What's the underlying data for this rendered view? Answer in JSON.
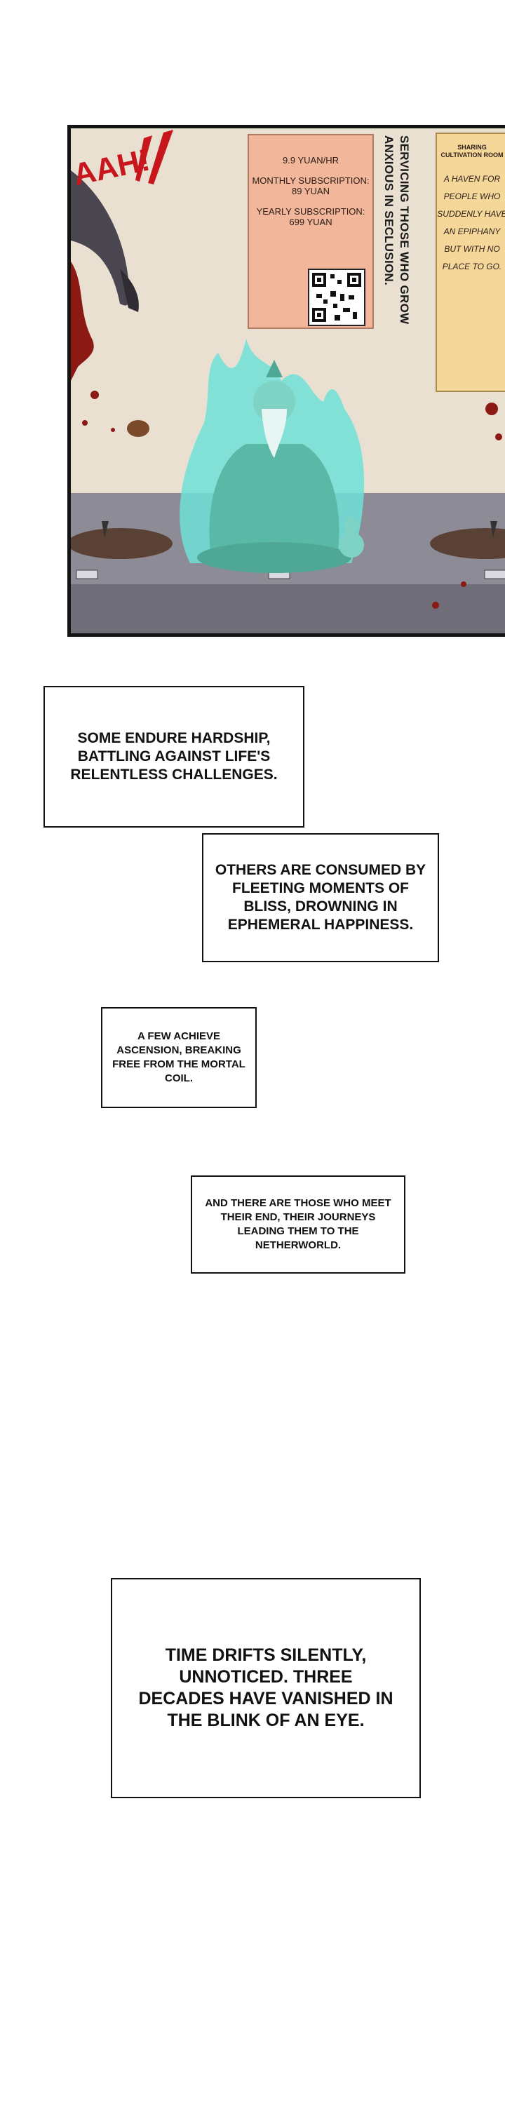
{
  "panel": {
    "sfx_text": "AAH!",
    "pink_sign": {
      "hourly": "9.9 YUAN/HR",
      "monthly": "MONTHLY SUBSCRIPTION: 89 YUAN",
      "yearly": "YEARLY SUBSCRIPTION: 699 YUAN"
    },
    "vertical_text": "SERVICING THOSE WHO GROW ANXIOUS IN SECLUSION.",
    "gold_sign": {
      "title": "SHARING CULTIVATION ROOM",
      "body": "A HAVEN FOR PEOPLE WHO SUDDENLY HAVE AN EPIPHANY BUT WITH NO PLACE TO GO."
    },
    "colors": {
      "aura": "#6fe0d8",
      "robe": "#59b9a6",
      "blood": "#8c1a14",
      "floor": "#8d8c96"
    }
  },
  "captions": [
    "SOME ENDURE HARDSHIP, BATTLING AGAINST LIFE'S RELENTLESS CHALLENGES.",
    "OTHERS ARE CONSUMED BY FLEETING MOMENTS OF BLISS, DROWNING IN EPHEMERAL HAPPINESS.",
    "A FEW ACHIEVE ASCENSION, BREAKING FREE FROM THE MORTAL COIL.",
    "AND THERE ARE THOSE WHO MEET THEIR END, THEIR JOURNEYS LEADING THEM TO THE NETHERWORLD.",
    "TIME DRIFTS SILENTLY, UNNOTICED. THREE DECADES HAVE VANISHED IN THE BLINK OF AN EYE."
  ]
}
